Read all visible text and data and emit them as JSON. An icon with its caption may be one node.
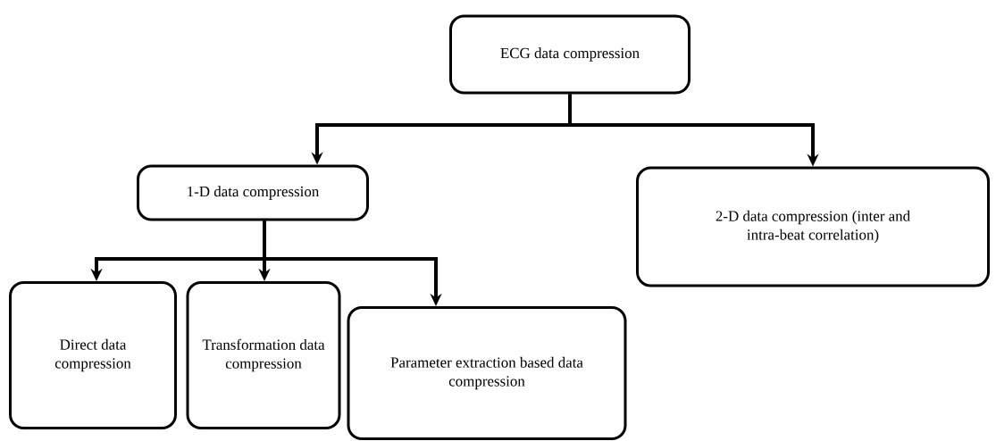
{
  "diagram": {
    "nodes": [
      {
        "text": [
          "ECG data compression"
        ]
      },
      {
        "text": [
          "1-D data compression"
        ]
      },
      {
        "text": [
          "2-D data compression (inter and intra-beat correlation)"
        ]
      },
      {
        "text": [
          "Direct data compression"
        ]
      },
      {
        "text": [
          "Transformation data compression"
        ]
      },
      {
        "text": [
          "Parameter extraction based data compression"
        ]
      }
    ],
    "edges": [
      {
        "from": 0,
        "to": 1,
        "arrow": "to"
      },
      {
        "from": 0,
        "to": 2,
        "arrow": "to"
      },
      {
        "from": 1,
        "to": 3,
        "arrow": "to"
      },
      {
        "from": 1,
        "to": 4,
        "arrow": "to"
      },
      {
        "from": 1,
        "to": 5,
        "arrow": "to"
      }
    ]
  }
}
